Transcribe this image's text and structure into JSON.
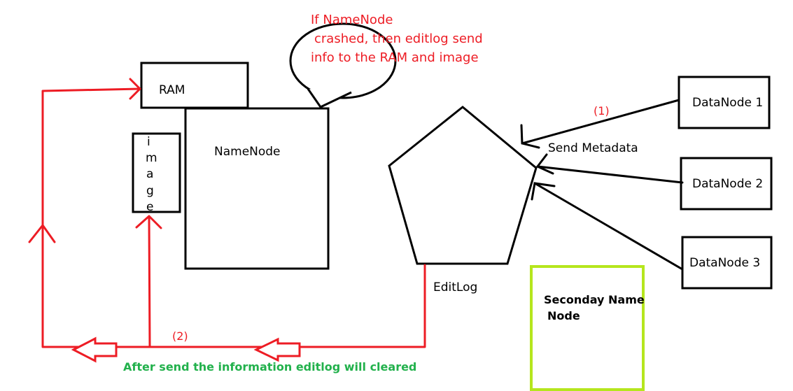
{
  "colors": {
    "red": "#ed1c24",
    "green": "#22b14c",
    "lime": "#b5e61d",
    "black": "#000000"
  },
  "boxes": {
    "ram": "RAM",
    "namenode": "NameNode",
    "image_letters": [
      "i",
      "m",
      "a",
      "g",
      "e"
    ],
    "datanode1": "DataNode 1",
    "datanode2": "DataNode 2",
    "datanode3": "DataNode 3",
    "secondary_line1": "Seconday Name",
    "secondary_line2": "Node"
  },
  "editlog": {
    "label": "EditLog",
    "send_metadata": "Send Metadata"
  },
  "callout": {
    "line1": "If NameNode",
    "line2": "crashed, then editlog send",
    "line3": "info to the RAM and image"
  },
  "step_labels": {
    "step1": "(1)",
    "step2": "(2)"
  },
  "footer_note": "After send the information editlog will cleared"
}
